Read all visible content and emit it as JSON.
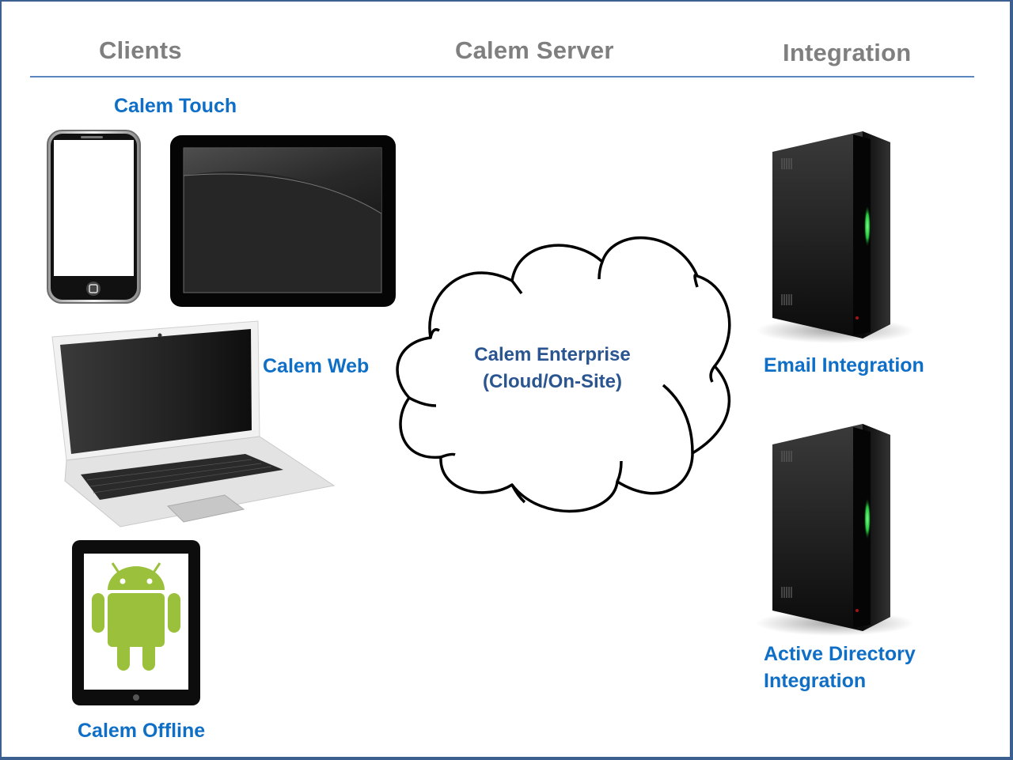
{
  "columns": {
    "clients": "Clients",
    "server": "Calem Server",
    "integration": "Integration"
  },
  "clients": {
    "touch": {
      "label": "Calem Touch",
      "devices": [
        "smartphone-icon",
        "tablet-icon"
      ]
    },
    "web": {
      "label": "Calem Web",
      "devices": [
        "laptop-icon"
      ]
    },
    "offline": {
      "label": "Calem Offline",
      "devices": [
        "android-tablet-icon"
      ]
    }
  },
  "server": {
    "shape": "cloud-icon",
    "line1": "Calem Enterprise",
    "line2": "(Cloud/On-Site)"
  },
  "integration": {
    "email": {
      "label": "Email Integration",
      "icon": "server-tower-icon"
    },
    "active_directory": {
      "line1": "Active Directory",
      "line2": "Integration",
      "icon": "server-tower-icon"
    }
  },
  "colors": {
    "frame": "#3b5f8f",
    "rule": "#5b86c0",
    "heading": "#7f7f7f",
    "label": "#0f6fc6",
    "cloud_text": "#2a5590",
    "android_green": "#9bc13c",
    "server_led": "#39e05a"
  }
}
